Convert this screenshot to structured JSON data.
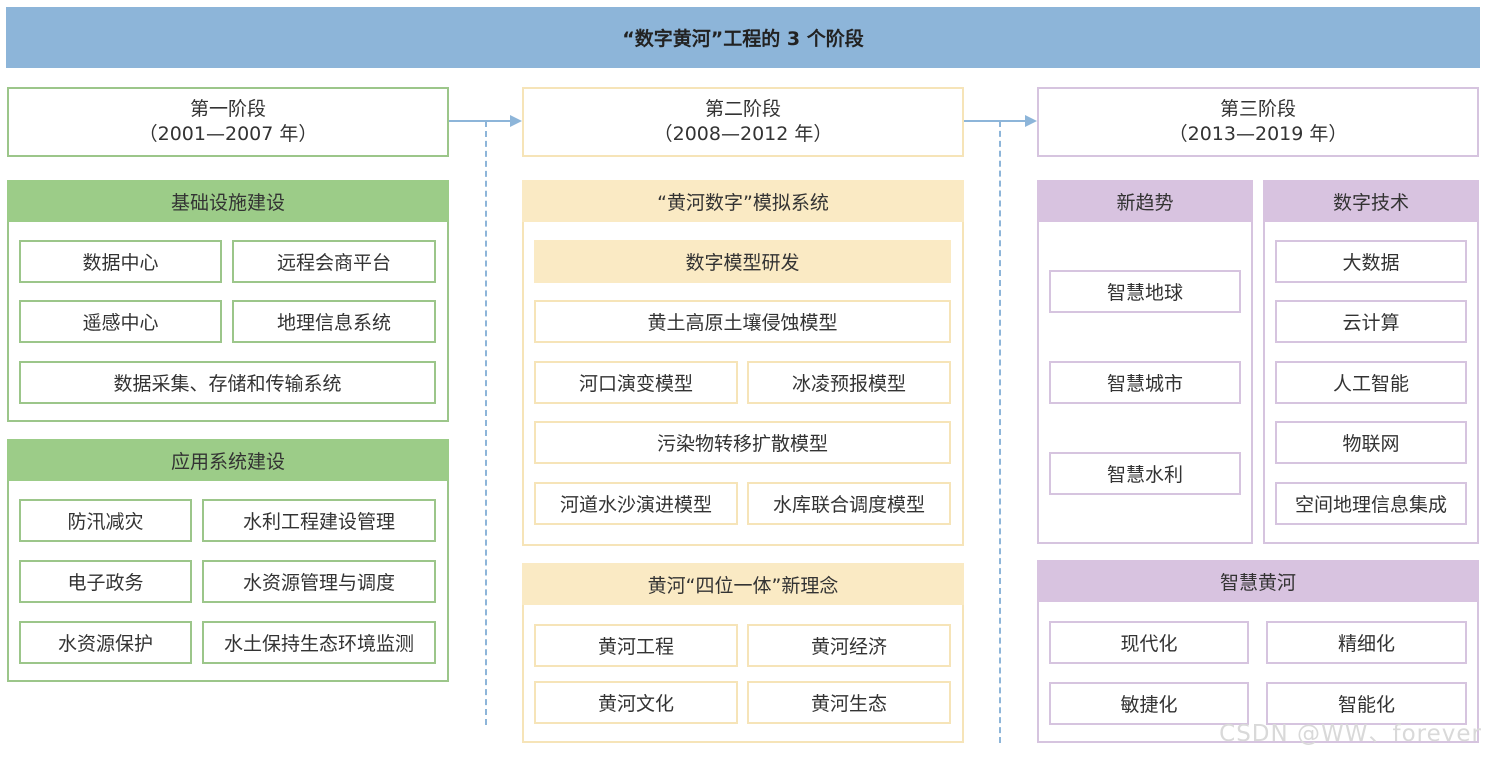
{
  "title": "“数字黄河”工程的 3 个阶段",
  "stages": [
    {
      "name": "第一阶段",
      "period": "（2001—2007 年）",
      "sections": [
        {
          "title": "基础设施建设",
          "items": [
            "数据中心",
            "远程会商平台",
            "遥感中心",
            "地理信息系统",
            "数据采集、存储和传输系统"
          ]
        },
        {
          "title": "应用系统建设",
          "items": [
            "防汛减灾",
            "水利工程建设管理",
            "电子政务",
            "水资源管理与调度",
            "水资源保护",
            "水土保持生态环境监测"
          ]
        }
      ]
    },
    {
      "name": "第二阶段",
      "period": "（2008—2012 年）",
      "sections": [
        {
          "title": "“黄河数字”模拟系统",
          "subtitle": "数字模型研发",
          "items": [
            "黄土高原土壤侵蚀模型",
            "河口演变模型",
            "冰凌预报模型",
            "污染物转移扩散模型",
            "河道水沙演进模型",
            "水库联合调度模型"
          ]
        },
        {
          "title": "黄河“四位一体”新理念",
          "items": [
            "黄河工程",
            "黄河经济",
            "黄河文化",
            "黄河生态"
          ]
        }
      ]
    },
    {
      "name": "第三阶段",
      "period": "（2013—2019 年）",
      "sections": [
        {
          "title": "新趋势",
          "items": [
            "智慧地球",
            "智慧城市",
            "智慧水利"
          ]
        },
        {
          "title": "数字技术",
          "items": [
            "大数据",
            "云计算",
            "人工智能",
            "物联网",
            "空间地理信息集成"
          ]
        },
        {
          "title": "智慧黄河",
          "items": [
            "现代化",
            "精细化",
            "敏捷化",
            "智能化"
          ]
        }
      ]
    }
  ],
  "watermark": "CSDN @WW、forever",
  "colors": {
    "title_bar": "#8db5d9",
    "stage1": "#9ccc88",
    "stage2": "#faeac4",
    "stage3": "#d8c3e0",
    "arrow": "#8db5d9"
  }
}
